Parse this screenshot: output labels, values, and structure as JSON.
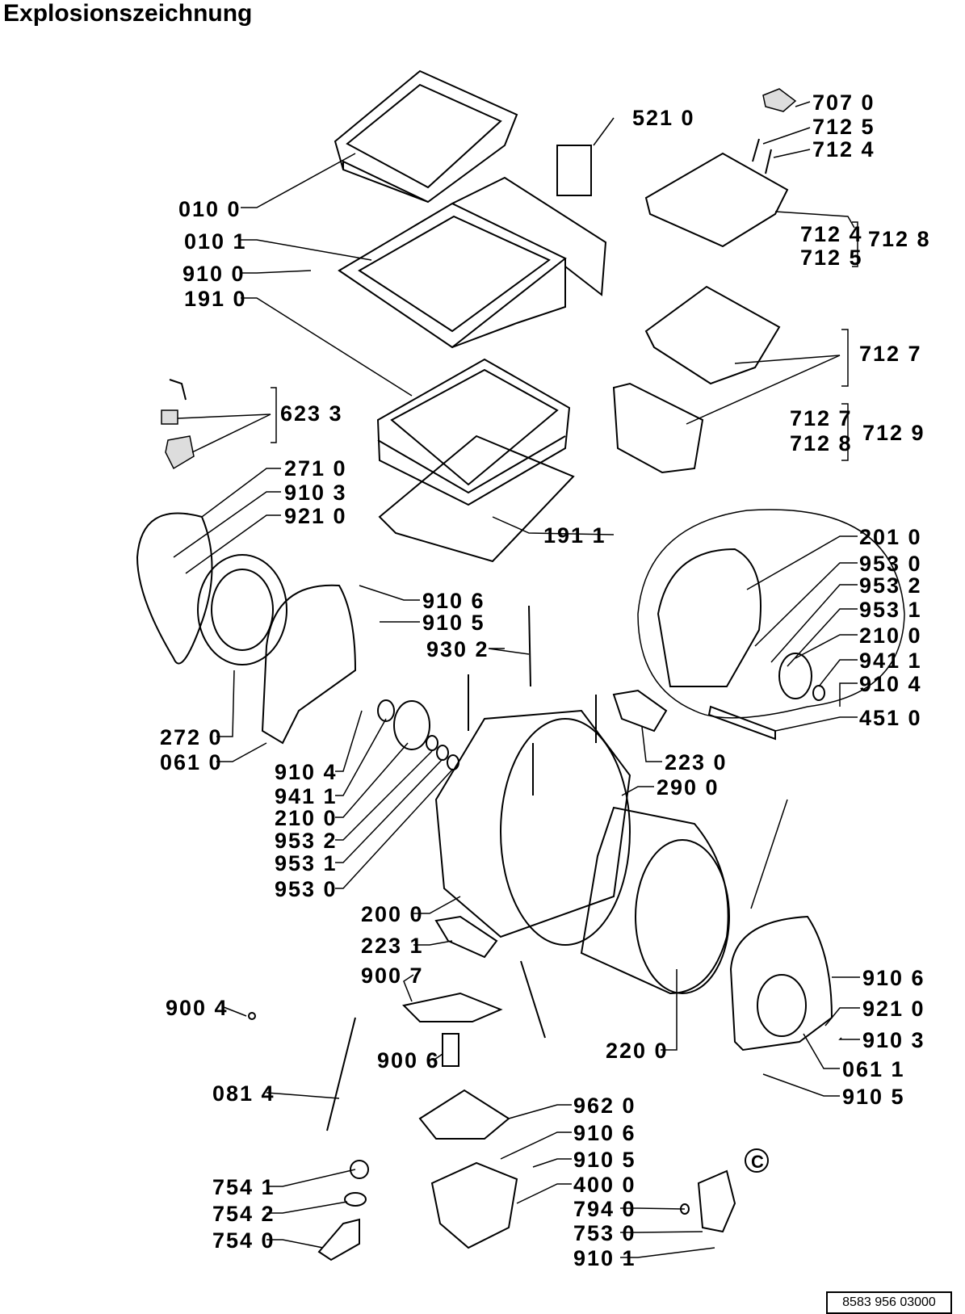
{
  "title": "Explosionszeichnung",
  "document_number": "8583 956 03000",
  "circle_marker": "C",
  "labels": {
    "l0100": "010 0",
    "l0101": "010 1",
    "l9100": "910 0",
    "l1910": "191 0",
    "l6233": "623 3",
    "l2710": "271 0",
    "l9103a": "910 3",
    "l9210a": "921 0",
    "l1911": "191 1",
    "l5210": "521 0",
    "l7070": "707 0",
    "l7125a": "712 5",
    "l7124a": "712 4",
    "l7124b": "712 4",
    "l7125b": "712 5",
    "l7128a": "712 8",
    "l7127a": "712 7",
    "l7127b": "712 7",
    "l7128b": "712 8",
    "l7129": "712 9",
    "l2010": "201 0",
    "l9530a": "953 0",
    "l9532a": "953 2",
    "l9531a": "953 1",
    "l2100a": "210 0",
    "l9411a": "941 1",
    "l9104a": "910 4",
    "l4510": "451 0",
    "l9106a": "910 6",
    "l9105a": "910 5",
    "l9302": "930 2",
    "l2720": "272 0",
    "l0610": "061 0",
    "l9104b": "910 4",
    "l9411b": "941 1",
    "l2100b": "210 0",
    "l9532b": "953 2",
    "l9531b": "953 1",
    "l9530b": "953 0",
    "l2230": "223 0",
    "l2900": "290 0",
    "l2000": "200 0",
    "l2231": "223 1",
    "l9007": "900 7",
    "l9004": "900 4",
    "l9006": "900 6",
    "l2200": "220 0",
    "l9106b": "910 6",
    "l9210b": "921 0",
    "l9103b": "910 3",
    "l0611": "061 1",
    "l9105b": "910 5",
    "l0814": "081 4",
    "l9620": "962 0",
    "l9106c": "910 6",
    "l9105c": "910 5",
    "l4000": "400 0",
    "l7940": "794 0",
    "l7530": "753 0",
    "l9101": "910 1",
    "l7541": "754 1",
    "l7542": "754 2",
    "l7540": "754 0"
  }
}
